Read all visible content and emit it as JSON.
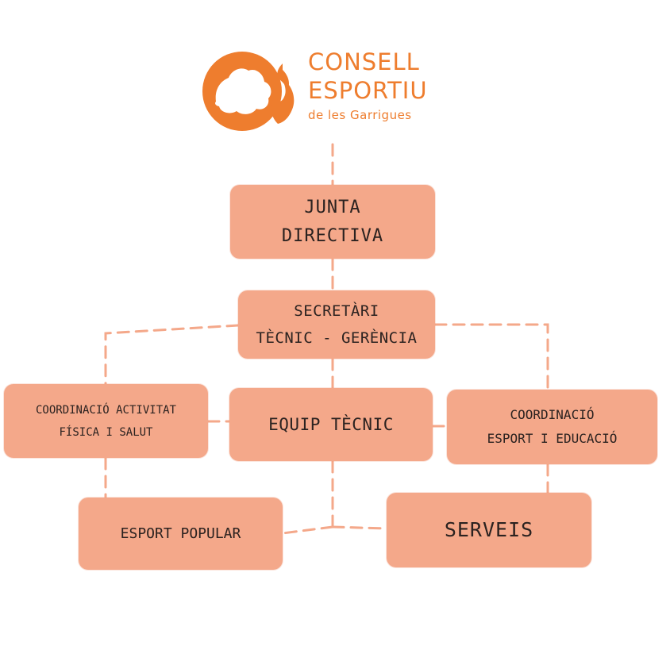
{
  "logo": {
    "line1": "CONSELL",
    "line2": "ESPORTIU",
    "line3": "de les Garrigues",
    "color": "#ee7d2e"
  },
  "org_chart": {
    "node_color": "#f4a88a",
    "connector_color": "#f4a88a",
    "nodes": {
      "junta": "JUNTA\nDIRECTIVA",
      "secretari": "SECRETÀRI\nTÈCNIC - GERÈNCIA",
      "activitat_fisica": "COORDINACIÓ ACTIVITAT\nFÍSICA I SALUT",
      "equip_tecnic": "EQUIP TÈCNIC",
      "esport_educacio": "COORDINACIÓ\nESPORT I EDUCACIÓ",
      "esport_popular": "ESPORT POPULAR",
      "serveis": "SERVEIS"
    },
    "links": [
      [
        "logo",
        "junta"
      ],
      [
        "junta",
        "secretari"
      ],
      [
        "secretari",
        "activitat_fisica"
      ],
      [
        "secretari",
        "equip_tecnic"
      ],
      [
        "secretari",
        "esport_educacio"
      ],
      [
        "activitat_fisica",
        "equip_tecnic"
      ],
      [
        "equip_tecnic",
        "esport_educacio"
      ],
      [
        "activitat_fisica",
        "esport_popular"
      ],
      [
        "esport_educacio",
        "serveis"
      ],
      [
        "equip_tecnic",
        "esport_popular"
      ],
      [
        "equip_tecnic",
        "serveis"
      ]
    ]
  }
}
